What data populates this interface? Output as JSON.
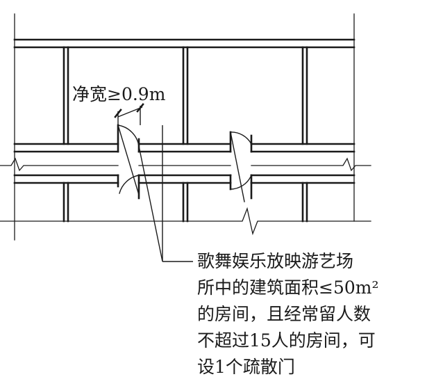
{
  "annotations": {
    "clear_width": "净宽≥0.9m",
    "note_lines": [
      "歌舞娱乐放映游艺场",
      "所中的建筑面积≤50m²",
      "的房间，且经常留人数",
      "不超过15人的房间，可",
      "设1个疏散门"
    ]
  }
}
